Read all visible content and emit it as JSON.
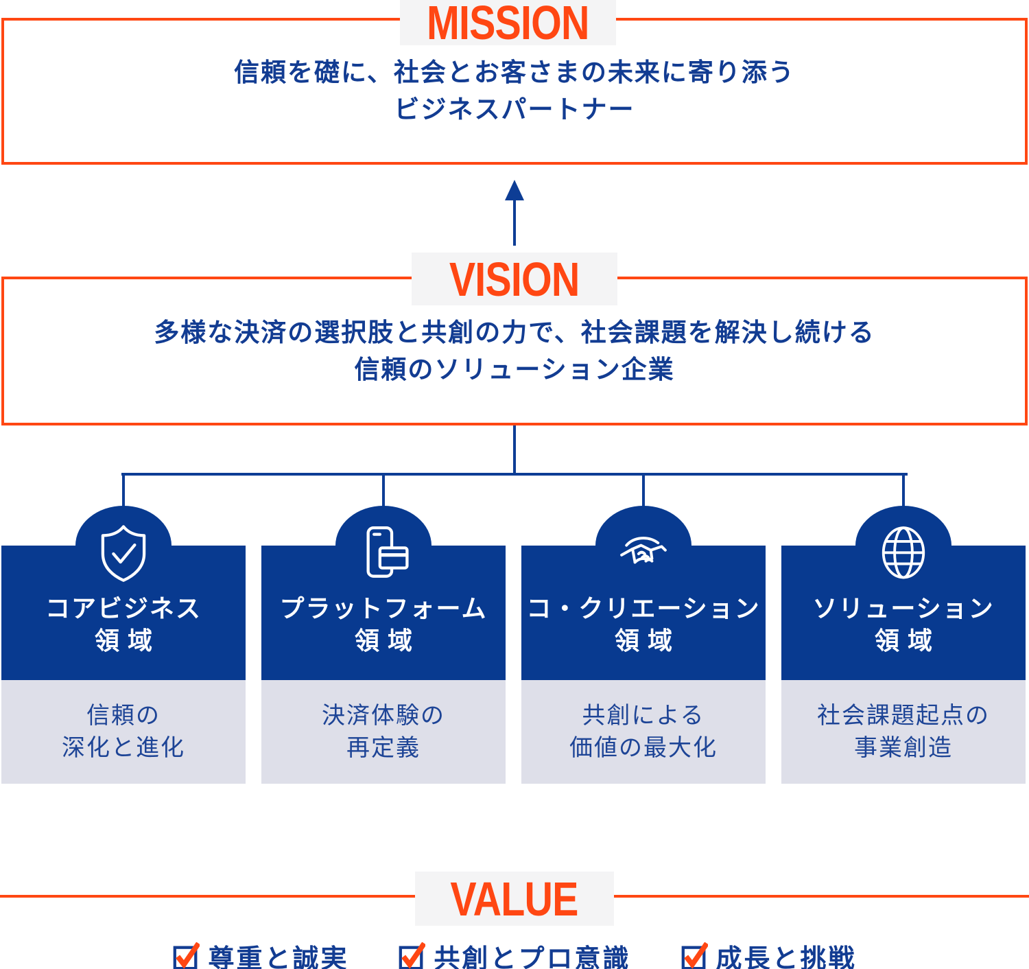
{
  "colors": {
    "accent_orange": "#ff4713",
    "card_navy": "#083a90",
    "connector_blue": "#0d3d95",
    "statement_blue": "#123c92",
    "card_body_blue": "#1d4496",
    "panel_lavender": "#dedfe9",
    "label_background": "#f4f4f5",
    "icon_white": "#ffffff"
  },
  "mission": {
    "label": "MISSION",
    "line1": "信頼を礎に、社会とお客さまの未来に寄り添う",
    "line2": "ビジネスパートナー"
  },
  "vision": {
    "label": "VISION",
    "line1": "多様な決済の選択肢と共創の力で、社会課題を解決し続ける",
    "line2": "信頼のソリューション企業"
  },
  "domains": {
    "cards": [
      {
        "icon": "shield-check-icon",
        "title_line1": "コアビジネス",
        "title_line2": "領域",
        "body_line1": "信頼の",
        "body_line2": "深化と進化"
      },
      {
        "icon": "smartphone-card-icon",
        "title_line1": "プラットフォーム",
        "title_line2": "領域",
        "body_line1": "決済体験の",
        "body_line2": "再定義"
      },
      {
        "icon": "handshake-icon",
        "title_line1": "コ・クリエーション",
        "title_line2": "領域",
        "body_line1": "共創による",
        "body_line2": "価値の最大化"
      },
      {
        "icon": "globe-icon",
        "title_line1": "ソリューション",
        "title_line2": "領域",
        "body_line1": "社会課題起点の",
        "body_line2": "事業創造"
      }
    ]
  },
  "value": {
    "label": "VALUE",
    "items": [
      {
        "label": "尊重と誠実"
      },
      {
        "label": "共創とプロ意識"
      },
      {
        "label": "成長と挑戦"
      }
    ]
  }
}
